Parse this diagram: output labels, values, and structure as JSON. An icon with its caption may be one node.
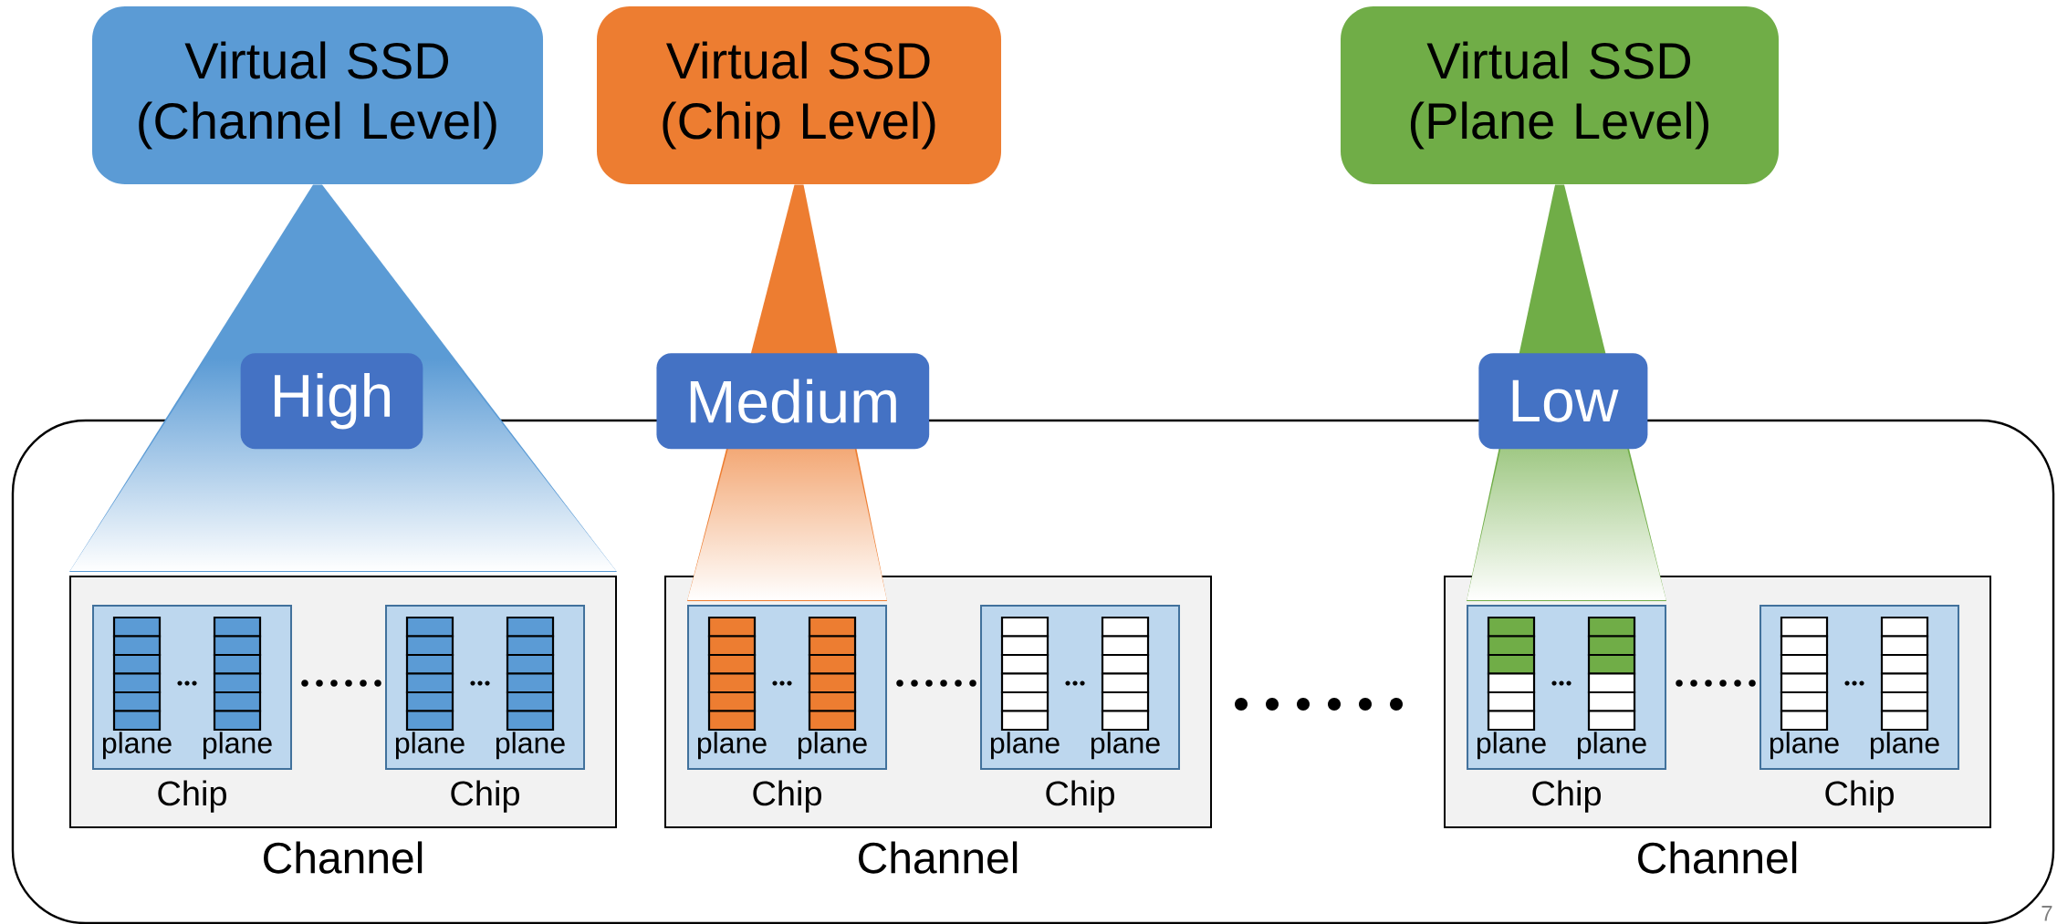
{
  "diagram": {
    "nodes": [
      {
        "text": [
          "Virtual SSD (Channel Level)"
        ]
      },
      {
        "text": [
          "Virtual SSD (Chip Level)"
        ]
      },
      {
        "text": [
          "Virtual SSD (Plane Level)"
        ]
      },
      {
        "text": [],
        "shape": "box"
      },
      {
        "text": [
          "Channel"
        ],
        "in": 3
      },
      {
        "text": [
          "Chip"
        ],
        "in": 4
      },
      {
        "text": [
          "plane"
        ],
        "in": 5
      },
      {
        "text": [
          "plane"
        ],
        "in": 5
      },
      {
        "text": [
          "Chip"
        ],
        "in": 4
      },
      {
        "text": [
          "plane"
        ],
        "in": 8
      },
      {
        "text": [
          "plane"
        ],
        "in": 8
      },
      {
        "text": [
          "Channel"
        ],
        "in": 3
      },
      {
        "text": [
          "Chip"
        ],
        "in": 11
      },
      {
        "text": [
          "plane"
        ],
        "in": 12
      },
      {
        "text": [
          "plane"
        ],
        "in": 12
      },
      {
        "text": [
          "Chip"
        ],
        "in": 11
      },
      {
        "text": [
          "plane"
        ],
        "in": 15
      },
      {
        "text": [
          "plane"
        ],
        "in": 15
      },
      {
        "text": [
          "Channel"
        ],
        "in": 3
      },
      {
        "text": [
          "Chip"
        ],
        "in": 18
      },
      {
        "text": [
          "plane"
        ],
        "in": 19
      },
      {
        "text": [
          "plane"
        ],
        "in": 19
      },
      {
        "text": [
          "Chip"
        ],
        "in": 18
      },
      {
        "text": [
          "plane"
        ],
        "in": 22
      },
      {
        "text": [
          "plane"
        ],
        "in": 22
      }
    ],
    "edges": [
      {
        "from": 0,
        "to": 4,
        "arrow": "none",
        "label": "High",
        "color": "#5b9bd5"
      },
      {
        "from": 1,
        "to": 12,
        "arrow": "none",
        "label": "Medium",
        "color": "#ed7d31"
      },
      {
        "from": 2,
        "to": 19,
        "arrow": "none",
        "label": "Low",
        "color": "#70ad47"
      }
    ],
    "labels": [
      "7"
    ]
  }
}
